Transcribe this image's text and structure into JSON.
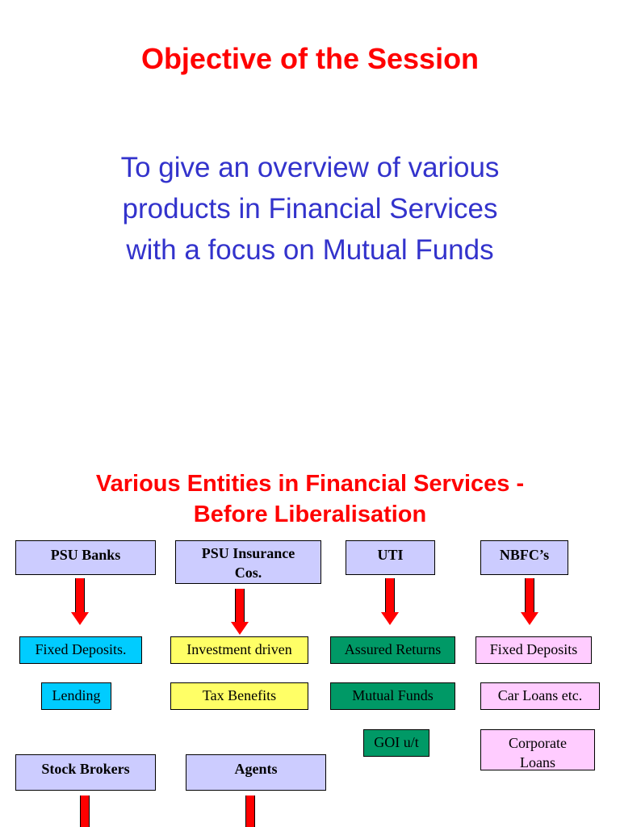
{
  "slide1": {
    "title": "Objective of the Session",
    "body_lines": [
      "To give an overview of various",
      "products in Financial Services",
      "with a focus on Mutual Funds"
    ]
  },
  "slide2": {
    "title_lines": [
      "Various Entities in Financial Services -",
      "Before Liberalisation"
    ],
    "entities": {
      "psu_banks": "PSU Banks",
      "psu_insurance": [
        "PSU Insurance",
        "Cos."
      ],
      "uti": "UTI",
      "nbfc": "NBFC’s",
      "stock_brokers": "Stock Brokers",
      "agents": "Agents"
    },
    "products": {
      "psu_banks": [
        "Fixed Deposits.",
        "Lending"
      ],
      "psu_insurance": [
        "Investment driven",
        "Tax Benefits"
      ],
      "uti": [
        "Assured Returns",
        "Mutual Funds",
        "GOI u/t"
      ],
      "nbfc": [
        "Fixed Deposits",
        "Car Loans etc.",
        [
          "Corporate",
          "Loans"
        ]
      ]
    },
    "colors": {
      "title": "#ff0000",
      "body": "#3333cc",
      "entity_box": "#ccccff",
      "psu_banks_products": "#00ccff",
      "psu_insurance_products": "#ffff66",
      "uti_products": "#009966",
      "nbfc_products": "#ffccff",
      "arrow": "#ff0000"
    }
  }
}
